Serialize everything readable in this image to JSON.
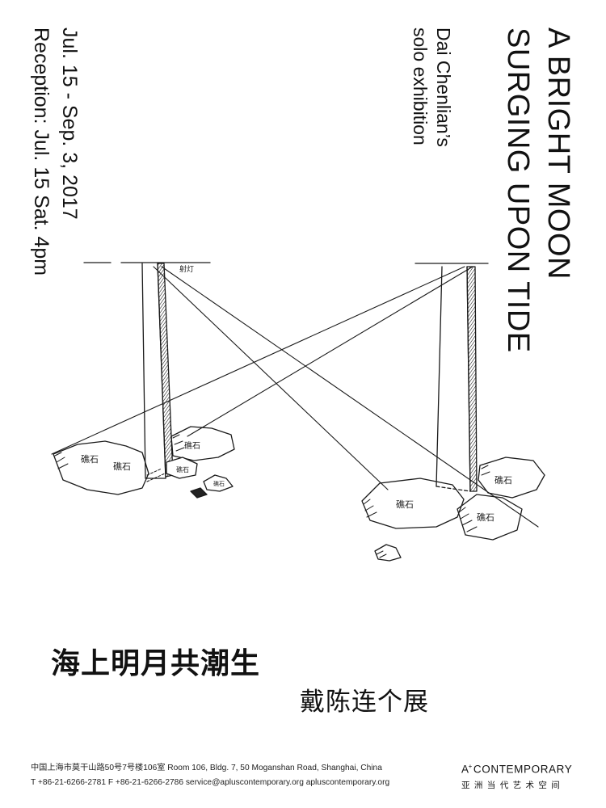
{
  "title": {
    "line1": "A BRIGHT MOON",
    "line2": "SURGING UPON TIDE"
  },
  "subtitle": {
    "line1": "Dai Chenlian’s",
    "line2": "solo exhibition"
  },
  "schedule": {
    "dates": "Jul. 15 - Sep. 3, 2017",
    "reception": "Reception:  Jul. 15 Sat. 4pm"
  },
  "illustration": {
    "lamp_label": "射灯",
    "rock_label": "礁石"
  },
  "chinese": {
    "title": "海上明月共潮生",
    "artist": "戴陈连个展"
  },
  "footer": {
    "address": "中国上海市莫干山路50号7号楼106室  Room 106, Bldg. 7, 50 Moganshan Road, Shanghai, China",
    "contact": "T +86-21-6266-2781  F +86-21-6266-2786  service@apluscontemporary.org  apluscontemporary.org"
  },
  "logo": {
    "a": "A",
    "plus": "+",
    "word": "CONTEMPORARY",
    "chinese": "亚洲当代艺术空间"
  }
}
